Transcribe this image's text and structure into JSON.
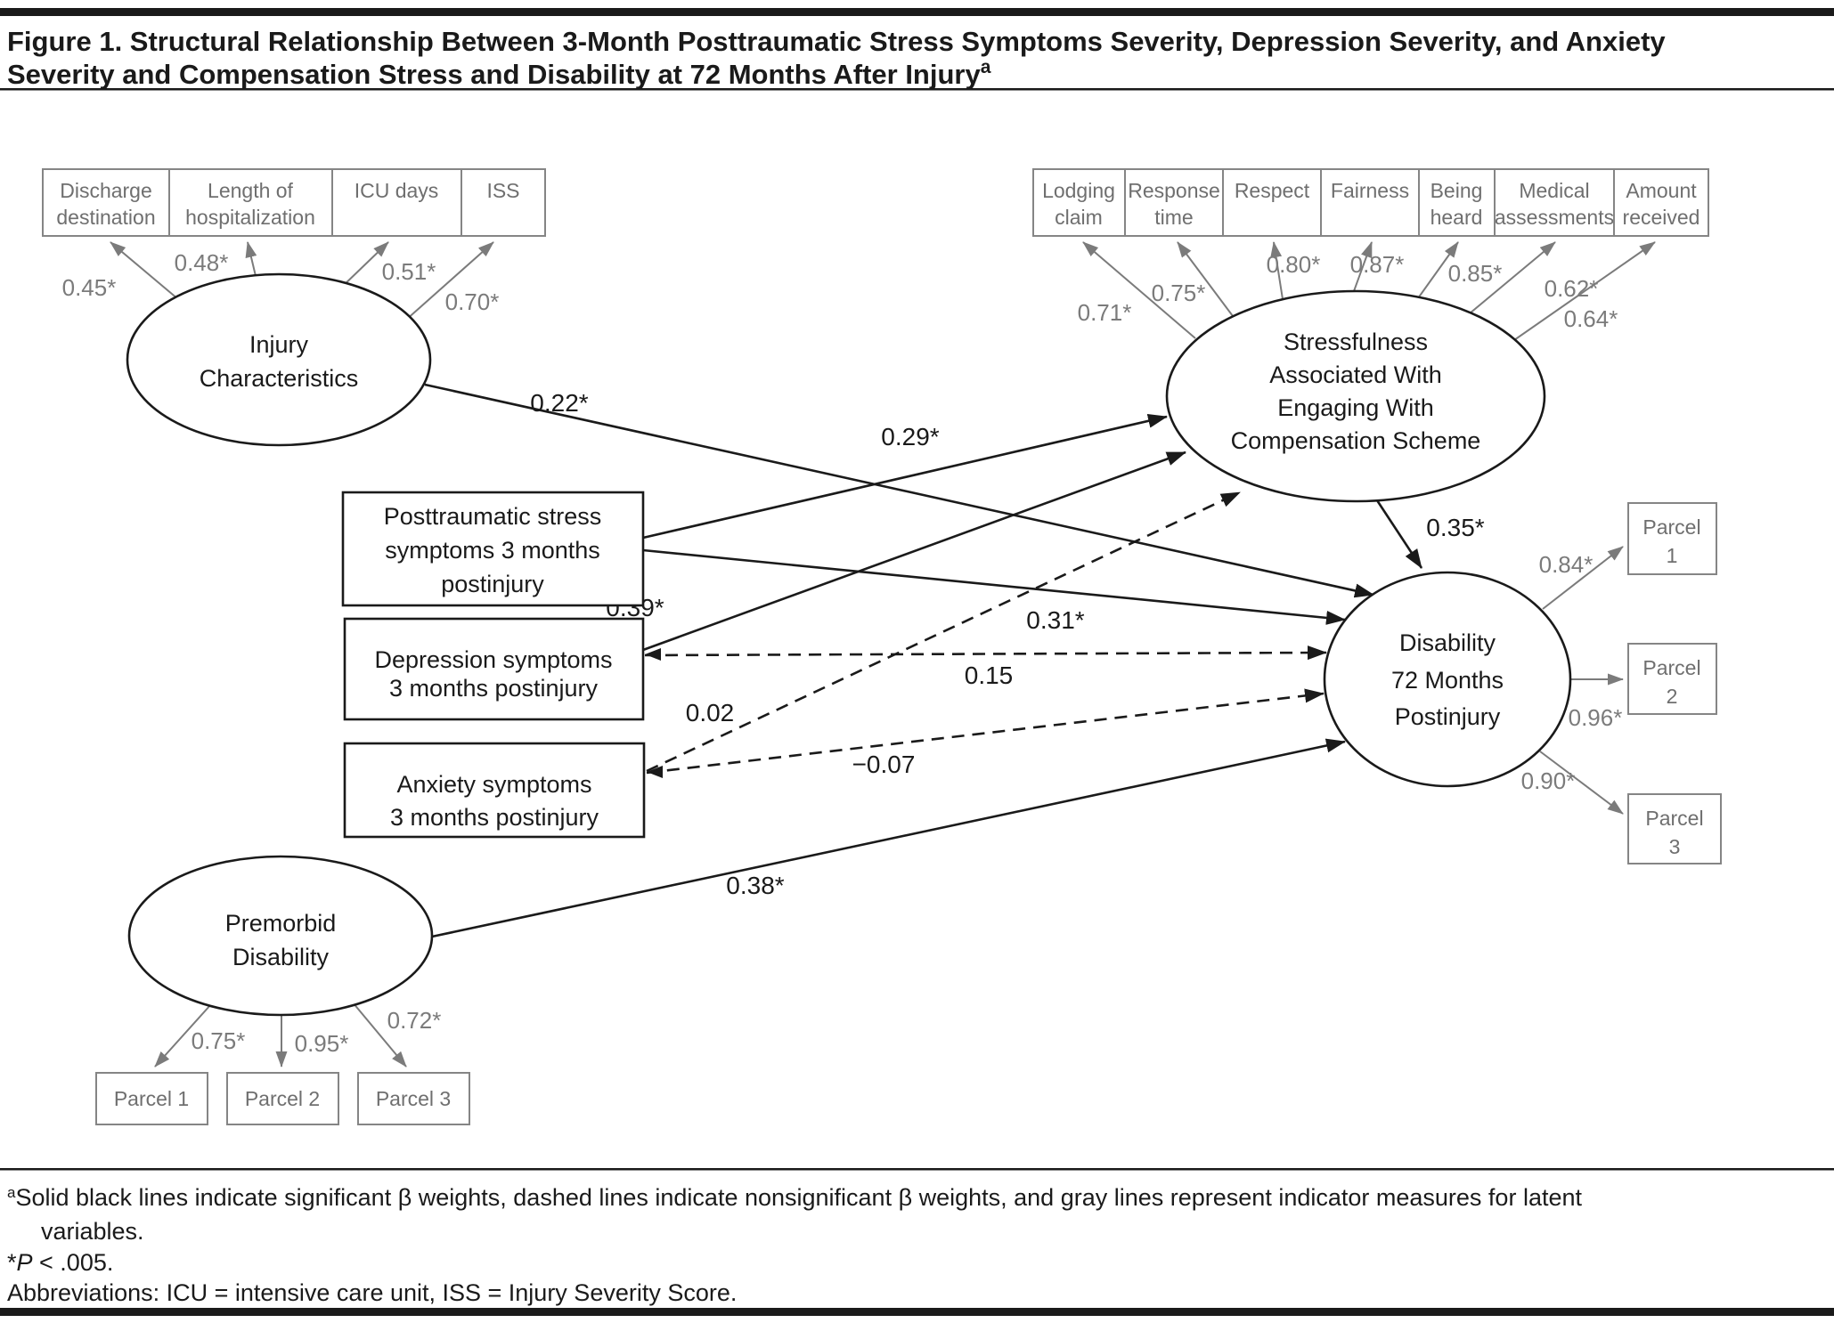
{
  "figure": {
    "title_line1": "Figure 1. Structural Relationship Between 3-Month Posttraumatic Stress Symptoms Severity, Depression Severity, and Anxiety",
    "title_line2": "Severity and Compensation Stress and Disability at 72 Months After Injury",
    "title_superscript": "a"
  },
  "latents": {
    "injury": {
      "line1": "Injury",
      "line2": "Characteristics"
    },
    "stress": {
      "line1": "Stressfulness",
      "line2": "Associated With",
      "line3": "Engaging With",
      "line4": "Compensation Scheme"
    },
    "disability": {
      "line1": "Disability",
      "line2": "72 Months",
      "line3": "Postinjury"
    },
    "premorbid": {
      "line1": "Premorbid",
      "line2": "Disability"
    }
  },
  "observed": {
    "ptss": {
      "line1": "Posttraumatic stress",
      "line2": "symptoms 3 months",
      "line3": "postinjury"
    },
    "depression": {
      "line1": "Depression symptoms",
      "line2": "3 months postinjury"
    },
    "anxiety": {
      "line1": "Anxiety symptoms",
      "line2": "3 months postinjury"
    }
  },
  "injury_indicators": [
    {
      "line1": "Discharge",
      "line2": "destination",
      "loading": "0.45*"
    },
    {
      "line1": "Length of",
      "line2": "hospitalization",
      "loading": "0.48*"
    },
    {
      "line1": "ICU days",
      "loading": "0.51*"
    },
    {
      "line1": "ISS",
      "loading": "0.70*"
    }
  ],
  "stress_indicators": [
    {
      "line1": "Lodging",
      "line2": "claim",
      "loading": "0.71*"
    },
    {
      "line1": "Response",
      "line2": "time",
      "loading": "0.75*"
    },
    {
      "line1": "Respect",
      "loading": "0.80*"
    },
    {
      "line1": "Fairness",
      "loading": "0.87*"
    },
    {
      "line1": "Being",
      "line2": "heard",
      "loading": "0.85*"
    },
    {
      "line1": "Medical",
      "line2": "assessments",
      "loading": "0.62*"
    },
    {
      "line1": "Amount",
      "line2": "received",
      "loading": "0.64*"
    }
  ],
  "premorbid_parcels": [
    {
      "label": "Parcel 1",
      "loading": "0.75*"
    },
    {
      "label": "Parcel 2",
      "loading": "0.95*"
    },
    {
      "label": "Parcel 3",
      "loading": "0.72*"
    }
  ],
  "disability_parcels": [
    {
      "line1": "Parcel",
      "line2": "1",
      "loading": "0.84*"
    },
    {
      "line1": "Parcel",
      "line2": "2",
      "loading": "0.96*"
    },
    {
      "line1": "Parcel",
      "line2": "3",
      "loading": "0.90*"
    }
  ],
  "paths": {
    "injury_disability": "0.22*",
    "ptss_stress": "0.29*",
    "ptss_disability": "0.31*",
    "depression_stress": "0.39*",
    "depression_disability": "0.15",
    "anxiety_stress": "0.02",
    "anxiety_disability": "−0.07",
    "stress_disability": "0.35*",
    "premorbid_disability": "0.38*"
  },
  "footnotes": {
    "superscript": "a",
    "line1": "Solid black lines indicate significant β weights, dashed lines indicate nonsignificant β weights, and gray lines represent indicator measures for latent",
    "line2": "variables.",
    "sig_star": "*",
    "sig_p": "P",
    "sig_rest": " < .005.",
    "abbreviations": "Abbreviations: ICU = intensive care unit, ISS = Injury Severity Score."
  },
  "colors": {
    "black": "#1a1a1a",
    "gray": "#7b7b7b"
  }
}
